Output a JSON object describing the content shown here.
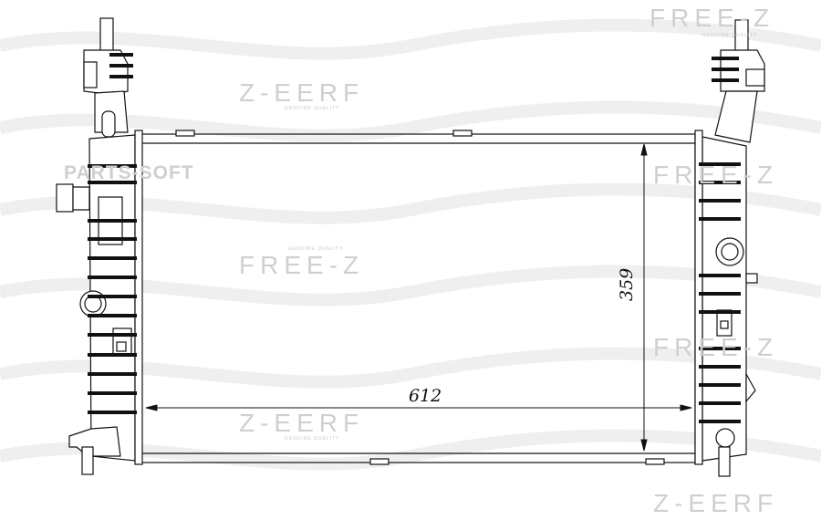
{
  "watermark": {
    "brand": "FREE-Z",
    "brand_mirrored": "Z-EERF",
    "tagline": "GENUINE QUALITY",
    "site": "PARTS-SOFT"
  },
  "dimensions": {
    "width": "612",
    "height": "359"
  },
  "colors": {
    "line": "#111111",
    "watermark": "#cfcfcf",
    "background": "#ffffff"
  }
}
